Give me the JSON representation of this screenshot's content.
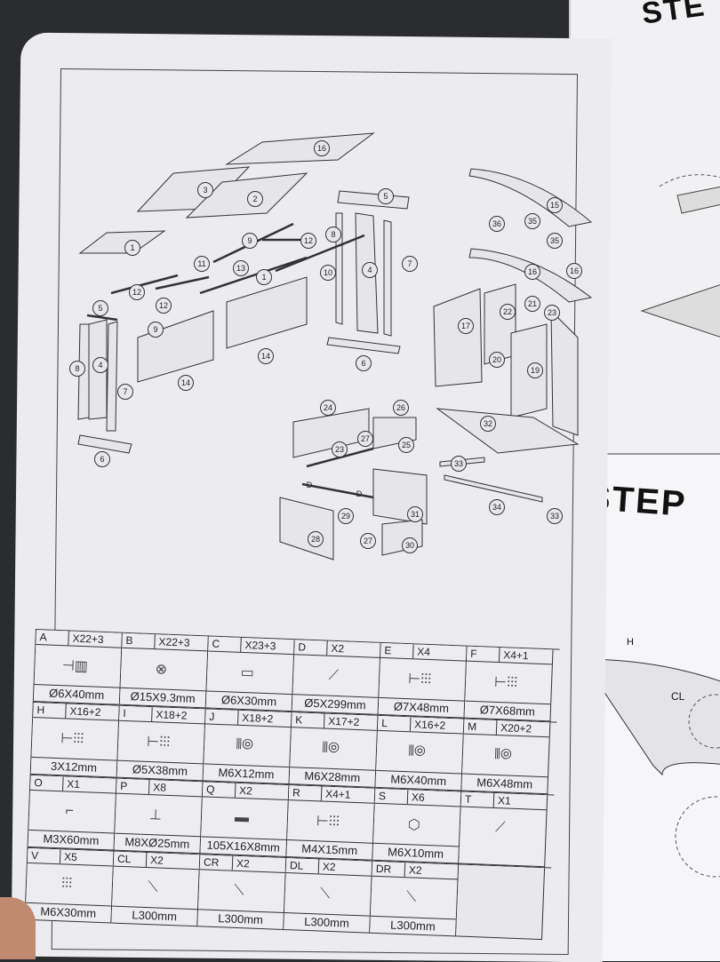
{
  "right_page": {
    "step_top": "STE",
    "step_mid": "STEP",
    "callouts": [
      "H",
      "CL"
    ]
  },
  "diagram": {
    "labels": [
      "16",
      "3",
      "2",
      "1",
      "5",
      "11",
      "9",
      "12",
      "8",
      "4",
      "7",
      "13",
      "10",
      "12",
      "12",
      "1",
      "9",
      "14",
      "14",
      "5",
      "4",
      "8",
      "7",
      "6",
      "6",
      "15",
      "36",
      "35",
      "35",
      "16",
      "16",
      "17",
      "22",
      "21",
      "23",
      "20",
      "19",
      "24",
      "26",
      "23",
      "27",
      "25",
      "32",
      "33",
      "34",
      "33",
      "D",
      "D",
      "29",
      "31",
      "28",
      "27",
      "30"
    ]
  },
  "hardware": [
    [
      {
        "key": "A",
        "qty": "X22+3",
        "size": "Ø6X40mm",
        "icon": "cam-bolt-icon"
      },
      {
        "key": "B",
        "qty": "X22+3",
        "size": "Ø15X9.3mm",
        "icon": "cam-lock-icon"
      },
      {
        "key": "C",
        "qty": "X23+3",
        "size": "Ø6X30mm",
        "icon": "dowel-icon"
      },
      {
        "key": "D",
        "qty": "X2",
        "size": "Ø5X299mm",
        "icon": "rod-icon"
      },
      {
        "key": "E",
        "qty": "X4",
        "size": "Ø7X48mm",
        "icon": "screw-icon"
      },
      {
        "key": "F",
        "qty": "X4+1",
        "size": "Ø7X68mm",
        "icon": "screw-icon"
      }
    ],
    [
      {
        "key": "H",
        "qty": "X16+2",
        "size": "3X12mm",
        "icon": "screw-icon"
      },
      {
        "key": "I",
        "qty": "X18+2",
        "size": "Ø5X38mm",
        "icon": "screw-icon"
      },
      {
        "key": "J",
        "qty": "X18+2",
        "size": "M6X12mm",
        "icon": "bolt-icon"
      },
      {
        "key": "K",
        "qty": "X17+2",
        "size": "M6X28mm",
        "icon": "bolt-icon"
      },
      {
        "key": "L",
        "qty": "X16+2",
        "size": "M6X40mm",
        "icon": "bolt-icon"
      },
      {
        "key": "M",
        "qty": "X20+2",
        "size": "M6X48mm",
        "icon": "bolt-icon"
      }
    ],
    [
      {
        "key": "O",
        "qty": "X1",
        "size": "M3X60mm",
        "icon": "allen-key-icon"
      },
      {
        "key": "P",
        "qty": "X8",
        "size": "M8XØ25mm",
        "icon": "leveler-icon"
      },
      {
        "key": "Q",
        "qty": "X2",
        "size": "105X16X8mm",
        "icon": "bar-icon"
      },
      {
        "key": "R",
        "qty": "X4+1",
        "size": "M4X15mm",
        "icon": "screw-icon"
      },
      {
        "key": "S",
        "qty": "X6",
        "size": "M6X10mm",
        "icon": "nut-icon"
      },
      {
        "key": "T",
        "qty": "X1",
        "size": "",
        "icon": "wrench-icon"
      }
    ],
    [
      {
        "key": "V",
        "qty": "X5",
        "size": "M6X30mm",
        "icon": "threaded-rod-icon"
      },
      {
        "key": "CL",
        "qty": "X2",
        "size": "L300mm",
        "icon": "rail-icon"
      },
      {
        "key": "CR",
        "qty": "X2",
        "size": "L300mm",
        "icon": "rail-icon"
      },
      {
        "key": "DL",
        "qty": "X2",
        "size": "L300mm",
        "icon": "rail-icon"
      },
      {
        "key": "DR",
        "qty": "X2",
        "size": "L300mm",
        "icon": "rail-icon"
      },
      {
        "key": "",
        "qty": "",
        "size": "",
        "icon": "blank"
      }
    ]
  ]
}
